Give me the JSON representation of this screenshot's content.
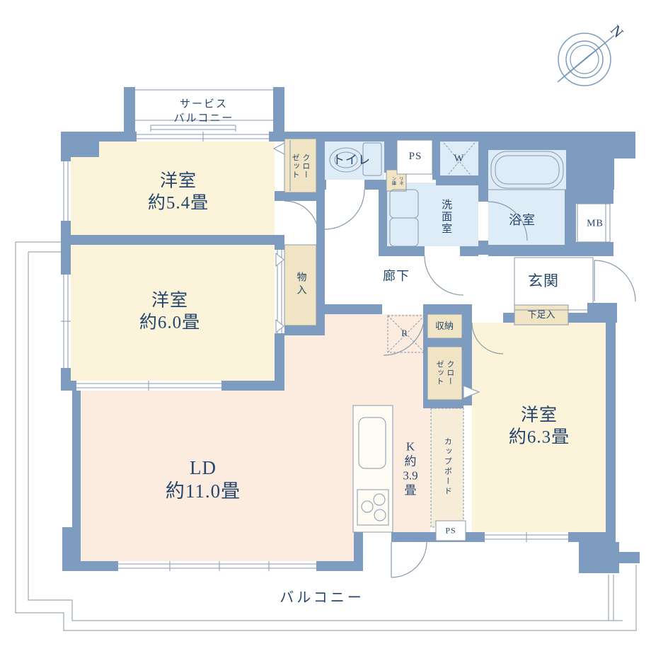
{
  "palette": {
    "wall": "#7d9cbf",
    "room_cream": "#fbf3da",
    "room_peach": "#fcecdf",
    "wet_blue": "#ddecf7",
    "closet_tan": "#f0e4c5",
    "cupboard_tan": "#f6ecd7",
    "text_navy": "#26476d",
    "thin_line": "#8799ad"
  },
  "compass": {
    "north": "N"
  },
  "rooms": {
    "service_balcony": "サービス\nバルコニー",
    "bedroom_54": "洋室\n約5.4畳",
    "bedroom_60": "洋室\n約6.0畳",
    "bedroom_63": "洋室\n約6.3畳",
    "living": "LD\n約11.0畳",
    "kitchen": {
      "k": "K",
      "yaku": "約",
      "num": "3.9",
      "jo": "畳"
    },
    "hallway": "廊下",
    "entrance": "玄関",
    "bath": "浴室",
    "washroom": "洗面室",
    "toilet": "トイレ",
    "balcony": "バルコニー"
  },
  "storage": {
    "closet_upper": "クローゼット",
    "closet_lower": "クローゼット",
    "mono_ire": "物入",
    "shunou": "収納",
    "cupboard": "カップボード",
    "shoe_cabinet": "下足入",
    "linen": "リネン庫"
  },
  "utility": {
    "ps_upper": "PS",
    "ps_lower": "PS",
    "washer": "W",
    "meter_box": "MB",
    "refrigerator": "R"
  }
}
